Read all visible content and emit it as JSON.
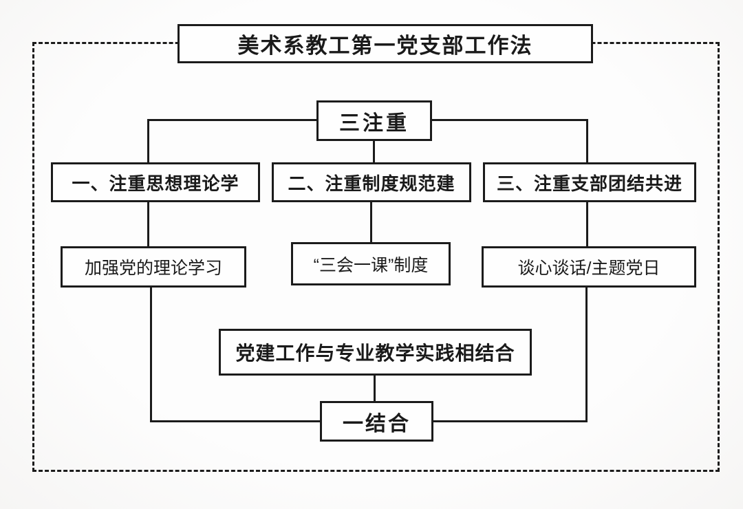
{
  "diagram": {
    "title": "美术系教工第一党支部工作法",
    "top_node": "三注重",
    "columns": [
      {
        "heading": "一、注重思想理论学",
        "detail": "加强党的理论学习"
      },
      {
        "heading": "二、注重制度规范建",
        "detail": "“三会一课”制度"
      },
      {
        "heading": "三、注重支部团结共进",
        "detail": "谈心谈话/主题党日"
      }
    ],
    "integration": "党建工作与专业教学实践相结合",
    "bottom_node": "一结合",
    "colors": {
      "line": "#1b1b1b",
      "box_fill": "#fefefe",
      "background": "#fbfafa"
    }
  }
}
